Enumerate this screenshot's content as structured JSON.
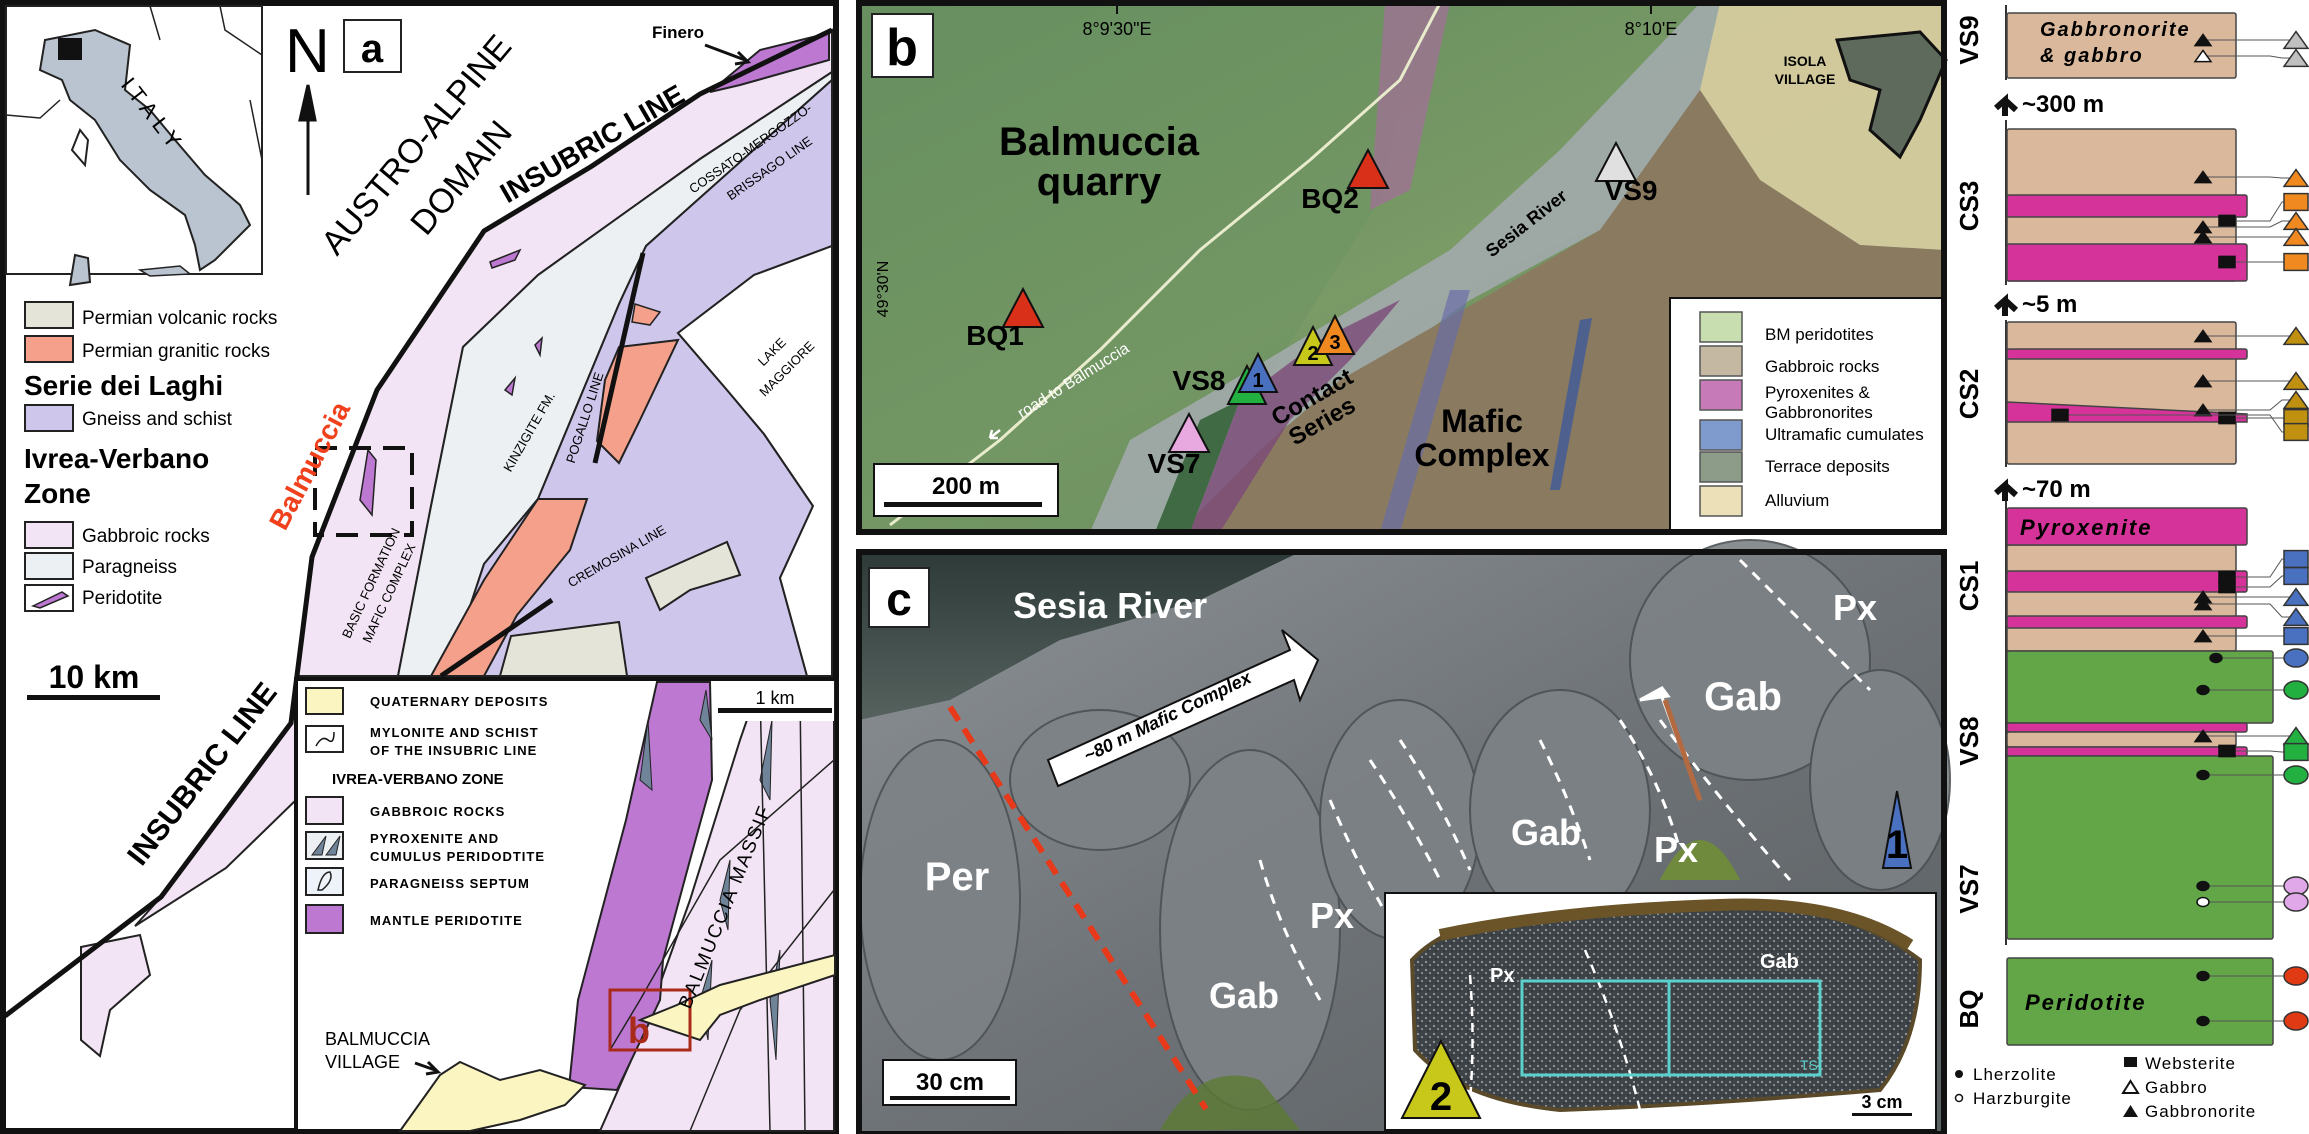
{
  "panel_a": {
    "label": "a",
    "north": "N",
    "inset_country": "ITALY",
    "domain_line1": "AUSTRO-ALPINE",
    "domain_line2": "DOMAIN",
    "insubric_top": "INSUBRIC LINE",
    "insubric_bottom": "INSUBRIC LINE",
    "finero": "Finero",
    "cmb_line1": "COSSATO-MERGOZZO-",
    "cmb_line2": "BRISSAGO LINE",
    "lake_line1": "LAKE",
    "lake_line2": "MAGGIORE",
    "pogallo": "POGALLO LINE",
    "kinzigite": "KINZIGITE FM.",
    "cremosina": "CREMOSINA LINE",
    "basic_line1": "BASIC FORMATION",
    "basic_line2": "MAFIC COMPLEX",
    "balmuccia": "Balmuccia",
    "scale": "10 km",
    "legend": {
      "volcanic": "Permian volcanic rocks",
      "granitic": "Permian granitic rocks",
      "serie_heading": "Serie dei Laghi",
      "gneiss": "Gneiss and schist",
      "ivrea_heading1": "Ivrea-Verbano",
      "ivrea_heading2": "Zone",
      "gabbroic": "Gabbroic rocks",
      "paragneiss": "Paragneiss",
      "peridotite": "Peridotite"
    },
    "detail": {
      "scale": "1 km",
      "massif": "BALMUCCIA MASSIF",
      "village_line1": "BALMUCCIA",
      "village_line2": "VILLAGE",
      "box_label": "b",
      "legend": {
        "quaternary": "QUATERNARY DEPOSITS",
        "mylonite1": "MYLONITE AND SCHIST",
        "mylonite2": "OF THE INSUBRIC LINE",
        "heading": "IVREA-VERBANO ZONE",
        "gabbroic": "GABBROIC ROCKS",
        "pyroxenite1": "PYROXENITE AND",
        "pyroxenite2": "CUMULUS PERIDODTITE",
        "paragneiss": "PARAGNEISS SEPTUM",
        "mantle": "MANTLE PERIDOTITE"
      }
    },
    "colors": {
      "volcanic": "#e4e4d8",
      "granitic": "#f4a08a",
      "gneiss": "#cfc6ec",
      "gabbroic": "#f2e4f4",
      "paragneiss": "#ecf0f2",
      "peridotite": "#bd78d2",
      "quaternary": "#fbf5c2",
      "pyroxenite": "#6f8399",
      "italy": "#b9c4d0",
      "balmuccia": "#f0401c"
    }
  },
  "panel_b": {
    "label": "b",
    "lon1": "8°9'30\"E",
    "lon2": "8°10'E",
    "lat": "49°30'N",
    "quarry_line1": "Balmuccia",
    "quarry_line2": "quarry",
    "river": "Sesia River",
    "road": "road to Balmuccia",
    "contact_line1": "Contact",
    "contact_line2": "Series",
    "mafic_line1": "Mafic",
    "mafic_line2": "Complex",
    "village_line1": "ISOLA",
    "village_line2": "VILLAGE",
    "scale": "200 m",
    "sites": [
      {
        "name": "BQ1",
        "color": "#d9301a"
      },
      {
        "name": "BQ2",
        "color": "#d9301a"
      },
      {
        "name": "VS9",
        "color": "#e0e0e0"
      },
      {
        "name": "VS8",
        "color": "#22b040"
      },
      {
        "name": "VS7",
        "color": "#e8a8e0"
      },
      {
        "name": "1",
        "color": "#4a70c0"
      },
      {
        "name": "2",
        "color": "#c8c81a"
      },
      {
        "name": "3",
        "color": "#f08a20"
      }
    ],
    "legend": [
      {
        "label": "BM peridotites",
        "color": "#c8deb0"
      },
      {
        "label": "Gabbroic rocks",
        "color": "#c4b8a2"
      },
      {
        "label": "Pyroxenites &",
        "label2": "Gabbronorites",
        "color": "#c67ab8"
      },
      {
        "label": "Ultramafic cumulates",
        "color": "#7f9acc"
      },
      {
        "label": "Terrace deposits",
        "color": "#8c9c88"
      },
      {
        "label": "Alluvium",
        "color": "#ece0b8"
      }
    ]
  },
  "panel_c": {
    "label": "c",
    "river": "Sesia River",
    "arrow_text": "~80 m Mafic Complex",
    "labels": [
      "Per",
      "Px",
      "Gab",
      "Gab",
      "Px",
      "Gab",
      "Px"
    ],
    "site1": "1",
    "site2": "2",
    "scale": "30 cm",
    "inset": {
      "px": "Px",
      "gab": "Gab",
      "ts": "TS",
      "scale": "3 cm"
    }
  },
  "column": {
    "units": [
      "VS9",
      "CS3",
      "CS2",
      "CS1",
      "VS8",
      "VS7",
      "BQ"
    ],
    "gaps": [
      "~300 m",
      "~5 m",
      "~70 m"
    ],
    "vs9_text1": "Gabbronorite",
    "vs9_text2": "& gabbro",
    "pyroxenite_text": "Pyroxenite",
    "peridotite_text": "Peridotite",
    "colors": {
      "gabbro": "#d9b89c",
      "pyroxenite": "#d6339a",
      "peridotite": "#62a648",
      "vs9": "#c0c0c0",
      "cs3": "#f08a20",
      "cs2": "#c09010",
      "cs1": "#4a70c0",
      "vs8_blue": "#4a70c0",
      "vs8": "#22b040",
      "vs7": "#e0a8e8",
      "bq": "#e03a14"
    },
    "legend": {
      "lherzolite": "Lherzolite",
      "harzburgite": "Harzburgite",
      "websterite": "Websterite",
      "gabbro": "Gabbro",
      "gabbronorite": "Gabbronorite"
    }
  }
}
